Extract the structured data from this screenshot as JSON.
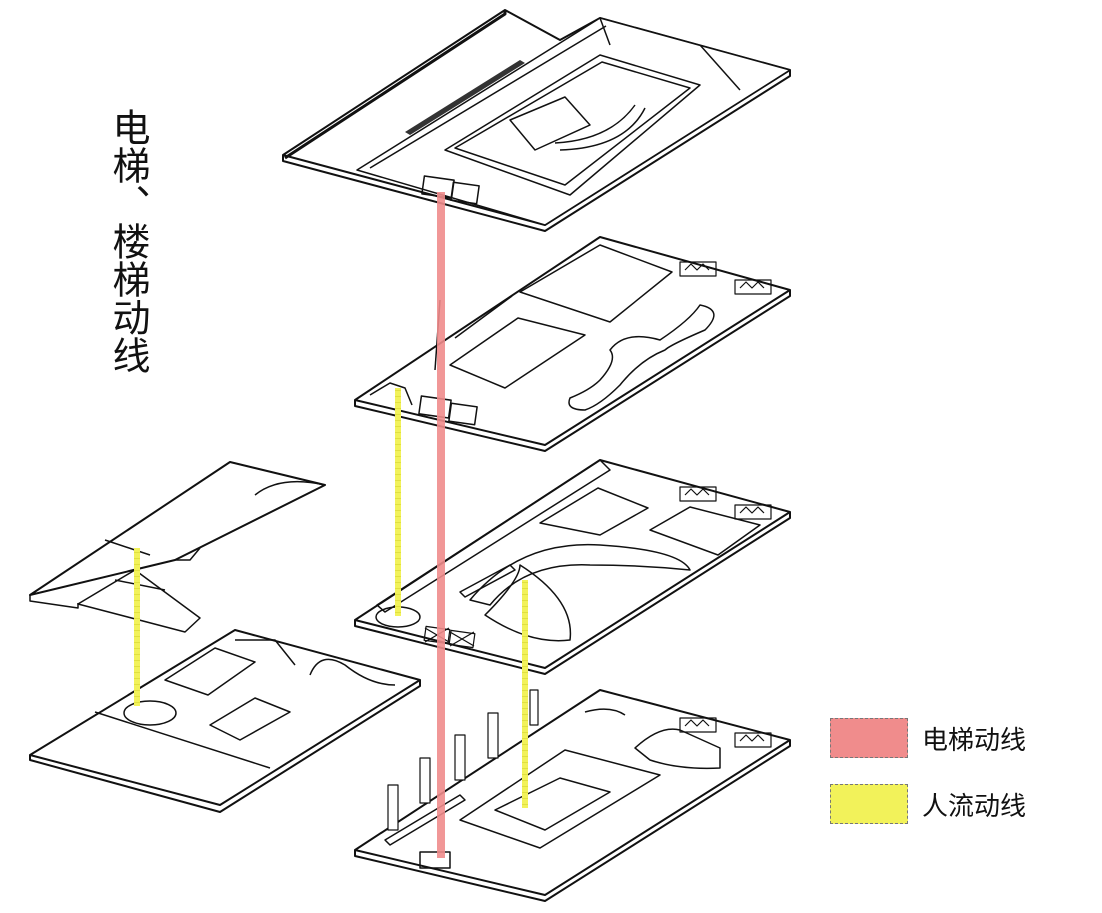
{
  "title": "电梯、楼梯动线",
  "legend": [
    {
      "label": "电梯动线",
      "color": "#f08c8c"
    },
    {
      "label": "人流动线",
      "color": "#f2f25a"
    }
  ],
  "colors": {
    "line": "#111111",
    "elevator_route": "#f08c8c",
    "pedestrian_route": "#f2f25a"
  }
}
